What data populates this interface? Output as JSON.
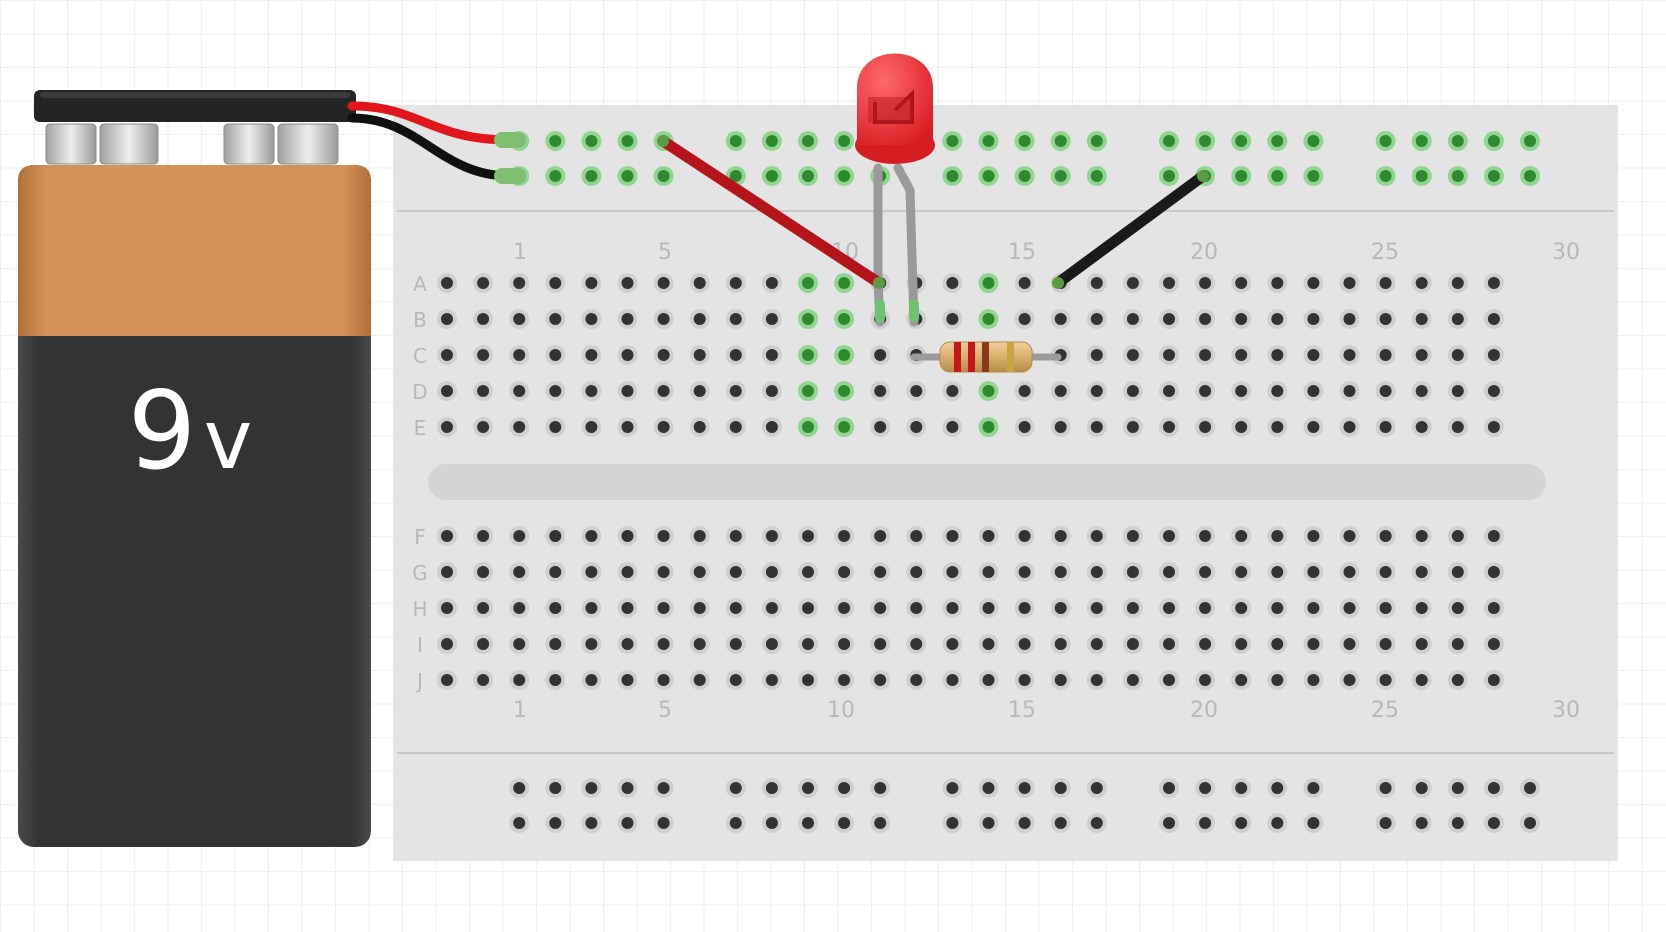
{
  "battery": {
    "label_big": "9",
    "label_small": "v"
  },
  "breadboard": {
    "column_numbers": [
      "1",
      "5",
      "10",
      "15",
      "20",
      "25",
      "30"
    ],
    "top_row_letters": [
      "A",
      "B",
      "C",
      "D",
      "E"
    ],
    "bottom_row_letters": [
      "F",
      "G",
      "H",
      "I",
      "J"
    ]
  },
  "colors": {
    "battery_body": "#333333",
    "battery_cap": "#d08a4e",
    "board": "#e4e4e4",
    "hole": "#333333",
    "hole_active": "#4cc94c",
    "wire_red": "#c4161c",
    "wire_black": "#1a1a1a",
    "led": "#e8282e"
  },
  "components": [
    {
      "name": "led",
      "color": "red",
      "leg_columns": [
        "11",
        "12"
      ],
      "row": "B"
    },
    {
      "name": "resistor",
      "from": "12C",
      "to": "16C"
    },
    {
      "name": "wire-red",
      "from": "power-rail-top-5",
      "to": "11A"
    },
    {
      "name": "wire-black",
      "from": "power-rail-bottom-20",
      "to": "16A"
    }
  ]
}
